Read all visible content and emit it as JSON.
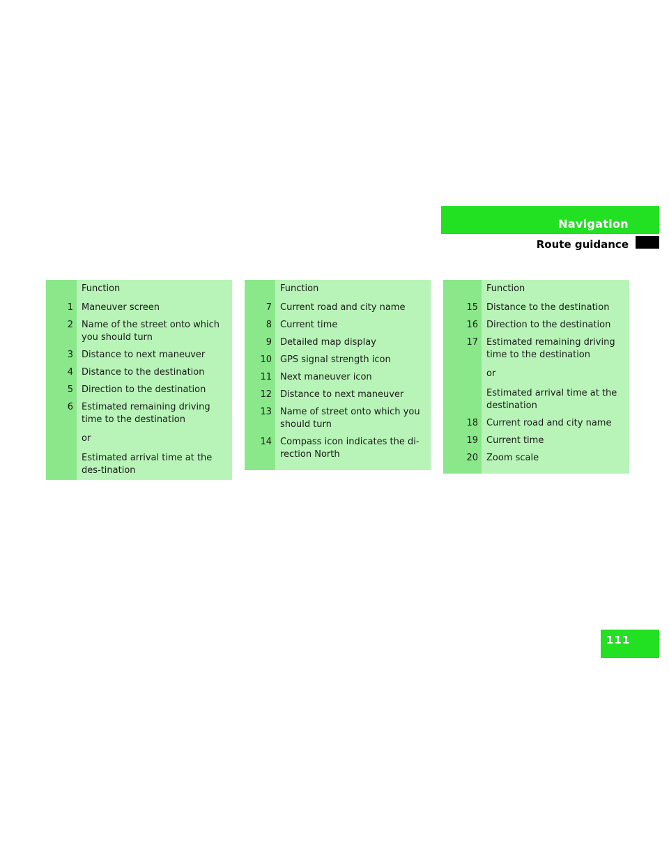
{
  "header": {
    "title": "Navigation",
    "subtitle": "Route guidance"
  },
  "page_number": "111",
  "tables": [
    {
      "header": "Function",
      "rows": [
        {
          "num": "1",
          "text": "Maneuver screen"
        },
        {
          "num": "2",
          "text": "Name of the street onto which you should turn"
        },
        {
          "num": "3",
          "text": "Distance to next maneuver"
        },
        {
          "num": "4",
          "text": "Distance to the destination"
        },
        {
          "num": "5",
          "text": "Direction to the destination"
        },
        {
          "num": "6",
          "text": "Estimated remaining driving time to the destination",
          "or": "or",
          "alt": "Estimated arrival time at the des-tination"
        }
      ]
    },
    {
      "header": "Function",
      "rows": [
        {
          "num": "7",
          "text": "Current road and city name"
        },
        {
          "num": "8",
          "text": "Current time"
        },
        {
          "num": "9",
          "text": "Detailed map display"
        },
        {
          "num": "10",
          "text": "GPS signal strength icon"
        },
        {
          "num": "11",
          "text": "Next maneuver icon"
        },
        {
          "num": "12",
          "text": "Distance to next maneuver"
        },
        {
          "num": "13",
          "text": "Name of street onto which you should turn"
        },
        {
          "num": "14",
          "text": "Compass icon indicates the di-rection North"
        }
      ]
    },
    {
      "header": "Function",
      "rows": [
        {
          "num": "15",
          "text": "Distance to the destination"
        },
        {
          "num": "16",
          "text": "Direction to the destination"
        },
        {
          "num": "17",
          "text": "Estimated remaining driving time to the destination",
          "or": "or",
          "alt": "Estimated arrival time at the destination"
        },
        {
          "num": "18",
          "text": "Current road and city name"
        },
        {
          "num": "19",
          "text": "Current time"
        },
        {
          "num": "20",
          "text": "Zoom scale"
        }
      ]
    }
  ]
}
